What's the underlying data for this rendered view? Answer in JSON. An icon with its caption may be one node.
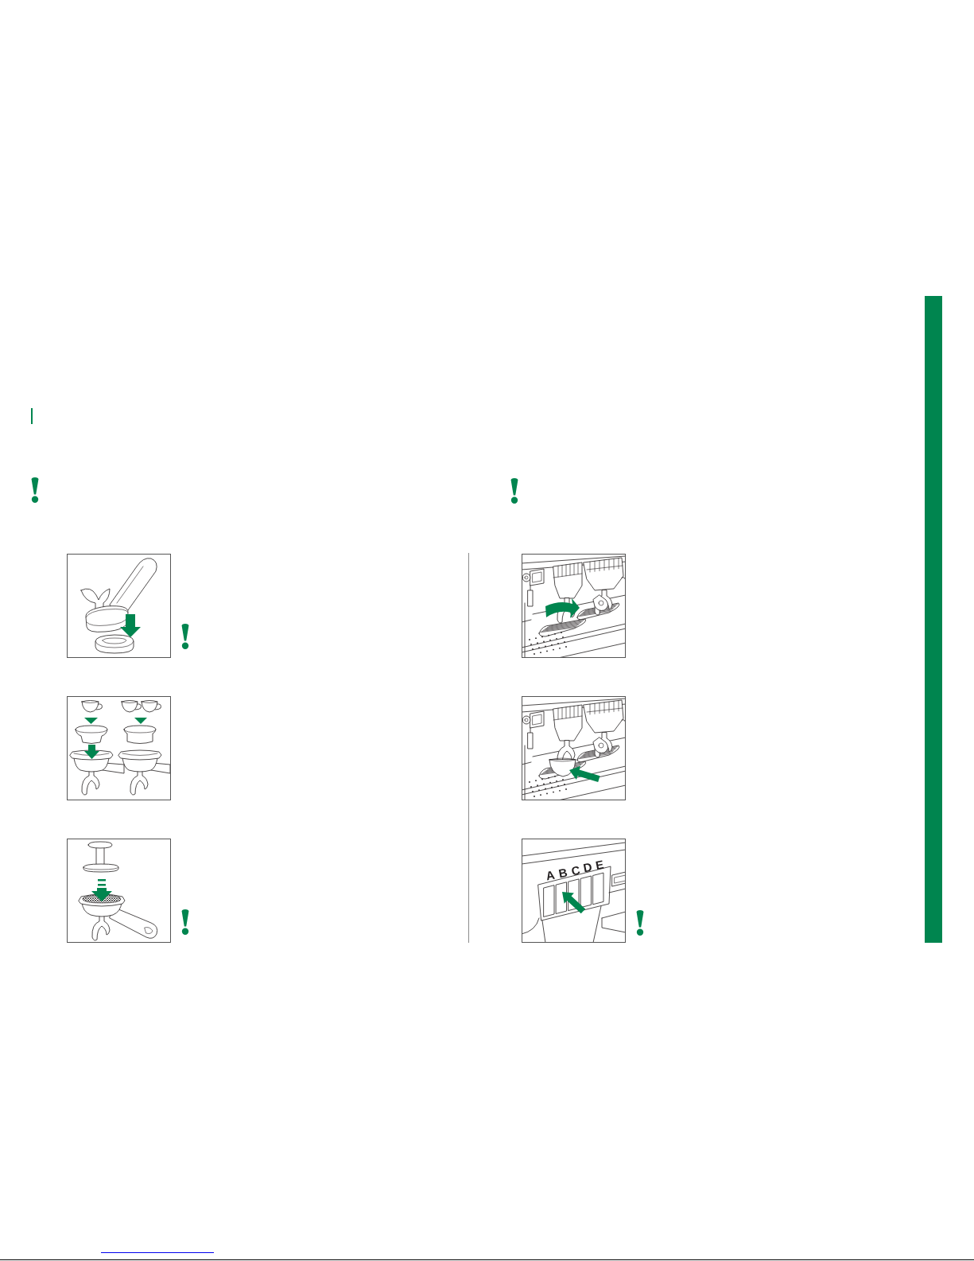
{
  "diagram": {
    "nodes": [
      {
        "text": [],
        "shape": "bar"
      }
    ],
    "labels": [
      "A",
      "B",
      "C",
      "D",
      "E"
    ]
  }
}
